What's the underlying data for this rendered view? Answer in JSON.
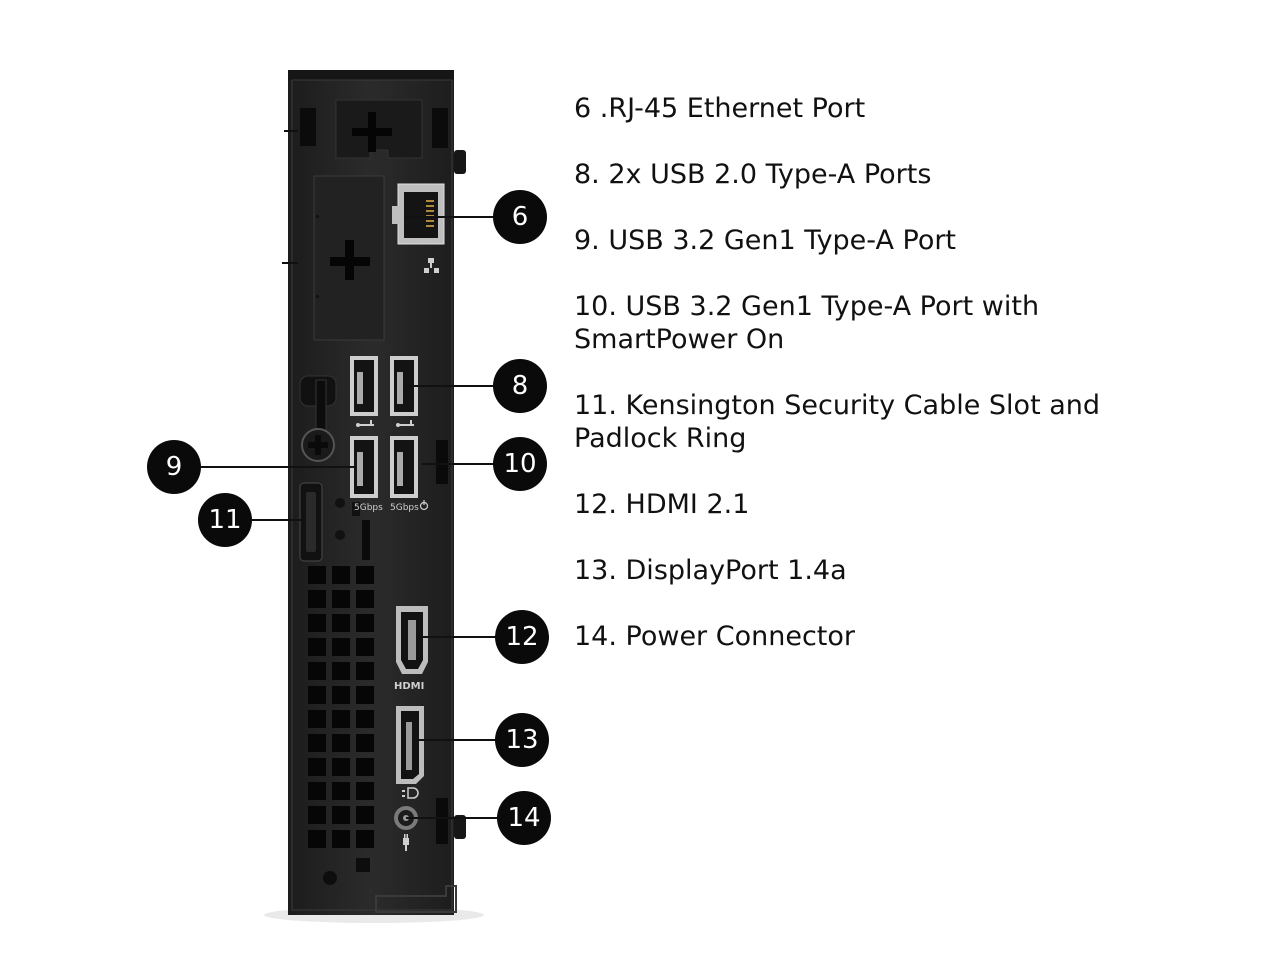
{
  "callouts": [
    {
      "number": "6"
    },
    {
      "number": "8"
    },
    {
      "number": "9"
    },
    {
      "number": "10"
    },
    {
      "number": "11"
    },
    {
      "number": "12"
    },
    {
      "number": "13"
    },
    {
      "number": "14"
    }
  ],
  "port_marks": {
    "usb_speed_left": "5Gbps",
    "usb_speed_right": "5Gbps",
    "hdmi": "HDMI"
  },
  "legend": [
    "6 .RJ-45 Ethernet Port",
    "8. 2x USB 2.0 Type-A Ports",
    "9. USB 3.2 Gen1 Type-A Port",
    "10. USB 3.2 Gen1 Type-A Port with SmartPower On",
    "11. Kensington Security Cable Slot and Padlock Ring",
    "12. HDMI 2.1",
    "13. DisplayPort 1.4a",
    "14. Power Connector"
  ],
  "colors": {
    "chassis": "#262626",
    "callout": "#0a0a0a",
    "text": "#111111",
    "background": "#ffffff"
  }
}
